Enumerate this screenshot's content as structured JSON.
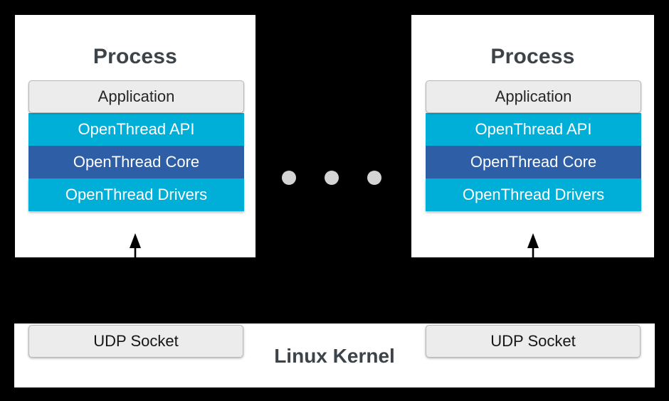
{
  "diagram": {
    "title": "OpenThread POSIX multi-process architecture",
    "background_color": "#000000",
    "colors": {
      "panel": "#ffffff",
      "application_box": "#ececec",
      "openthread_api": "#00afd7",
      "openthread_core": "#2e5ea5",
      "openthread_drivers": "#00afd7",
      "title_text": "#3c4349",
      "dot": "#d4d4d4"
    }
  },
  "processes": [
    {
      "title": "Process",
      "layers": [
        {
          "label": "Application",
          "style": "gray"
        },
        {
          "label": "OpenThread API",
          "style": "cyan"
        },
        {
          "label": "OpenThread Core",
          "style": "blue"
        },
        {
          "label": "OpenThread Drivers",
          "style": "cyan"
        }
      ],
      "arrow": {
        "direction": "up",
        "name": "uplink-arrow"
      }
    },
    {
      "title": "Process",
      "layers": [
        {
          "label": "Application",
          "style": "gray"
        },
        {
          "label": "OpenThread API",
          "style": "cyan"
        },
        {
          "label": "OpenThread Core",
          "style": "blue"
        },
        {
          "label": "OpenThread Drivers",
          "style": "cyan"
        }
      ],
      "arrow": {
        "direction": "up",
        "name": "uplink-arrow"
      }
    }
  ],
  "ellipsis": {
    "dot_count": 3,
    "meaning": "more processes"
  },
  "kernel": {
    "label": "Linux Kernel",
    "sockets": [
      {
        "label": "UDP Socket"
      },
      {
        "label": "UDP Socket"
      }
    ]
  }
}
